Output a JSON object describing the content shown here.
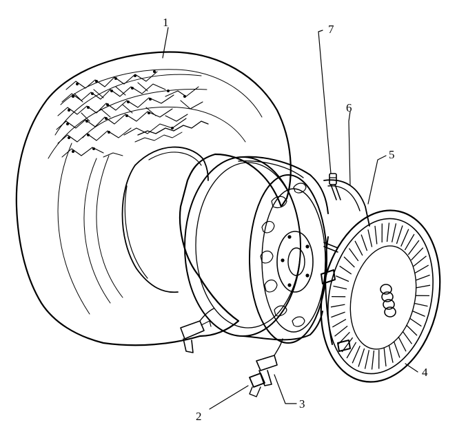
{
  "diagram": {
    "callouts": {
      "c1": "1",
      "c2": "2",
      "c3": "3",
      "c4": "4",
      "c5": "5",
      "c6": "6",
      "c7": "7"
    },
    "logo_rings": 4
  }
}
